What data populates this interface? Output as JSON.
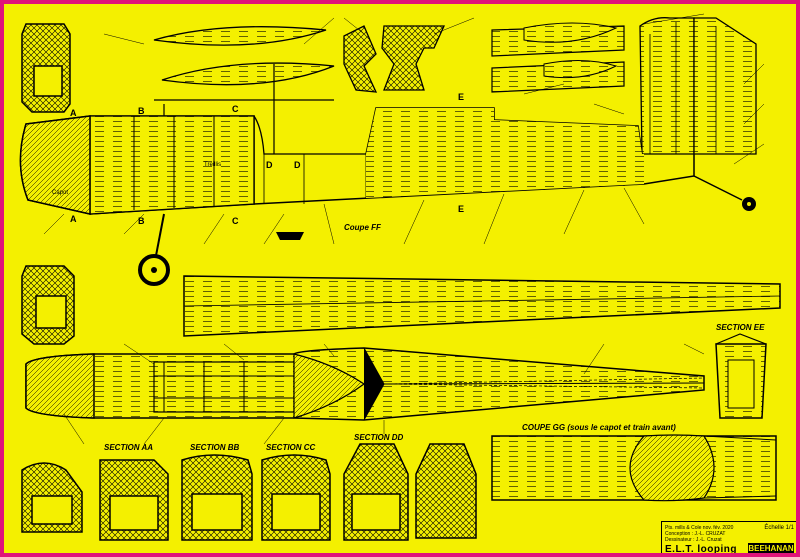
{
  "labels": {
    "section_aa": "SECTION AA",
    "section_bb": "SECTION BB",
    "section_cc": "SECTION CC",
    "section_dd": "SECTION DD",
    "section_ee": "SECTION EE",
    "coupe_ff": "Coupe FF",
    "coupe_gg": "COUPE GG (sous le capot et train avant)",
    "capot": "Capot",
    "treillis": "Treillis",
    "marker_a": "A",
    "marker_b": "B",
    "marker_c": "C",
    "marker_d": "D",
    "marker_e": "E"
  },
  "title_block": {
    "line1": "Pts. mills & Cole nov. fév. 2020",
    "line2": "Conception : J.-L. CRUZAT",
    "line3": "Dessinateur : J.-L. Cruzat",
    "model": "E.L.T. looping",
    "brand": "BEEHANAN",
    "scale": "Échelle 1/1"
  },
  "colors": {
    "paper": "#f4f000",
    "border": "#e0147a",
    "ink": "#000000"
  }
}
